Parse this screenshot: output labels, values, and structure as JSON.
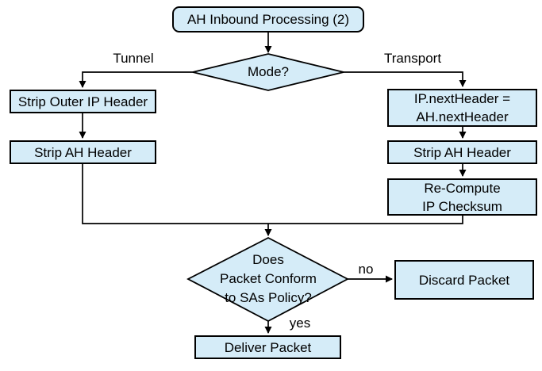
{
  "colors": {
    "node_fill": "#d5ecf8",
    "node_border": "#000000",
    "line": "#000000",
    "background": "#ffffff"
  },
  "nodes": {
    "title": "AH Inbound Processing (2)",
    "mode_decision": "Mode?",
    "strip_outer_ip": "Strip Outer IP Header",
    "strip_ah_tunnel": "Strip AH Header",
    "ip_next_header": "IP.nextHeader =\nAH.nextHeader",
    "strip_ah_transport": "Strip AH Header",
    "recompute_checksum": "Re-Compute\nIP Checksum",
    "policy_decision": "Does\nPacket Conform\nto SAs Policy?",
    "discard_packet": "Discard Packet",
    "deliver_packet": "Deliver Packet"
  },
  "edge_labels": {
    "tunnel": "Tunnel",
    "transport": "Transport",
    "no": "no",
    "yes": "yes"
  }
}
